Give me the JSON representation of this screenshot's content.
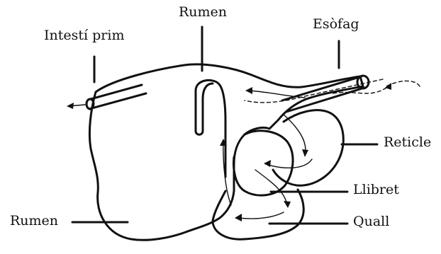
{
  "labels": {
    "intesti_prim": "Intestí prim",
    "rumen_top": "Rumen",
    "esofag": "Esòfag",
    "reticle": "Reticle",
    "llibret": "Llibret",
    "quall": "Quall",
    "rumen_bottom": "Rumen"
  },
  "colors": {
    "stroke": "#111111",
    "background": "#ffffff"
  }
}
